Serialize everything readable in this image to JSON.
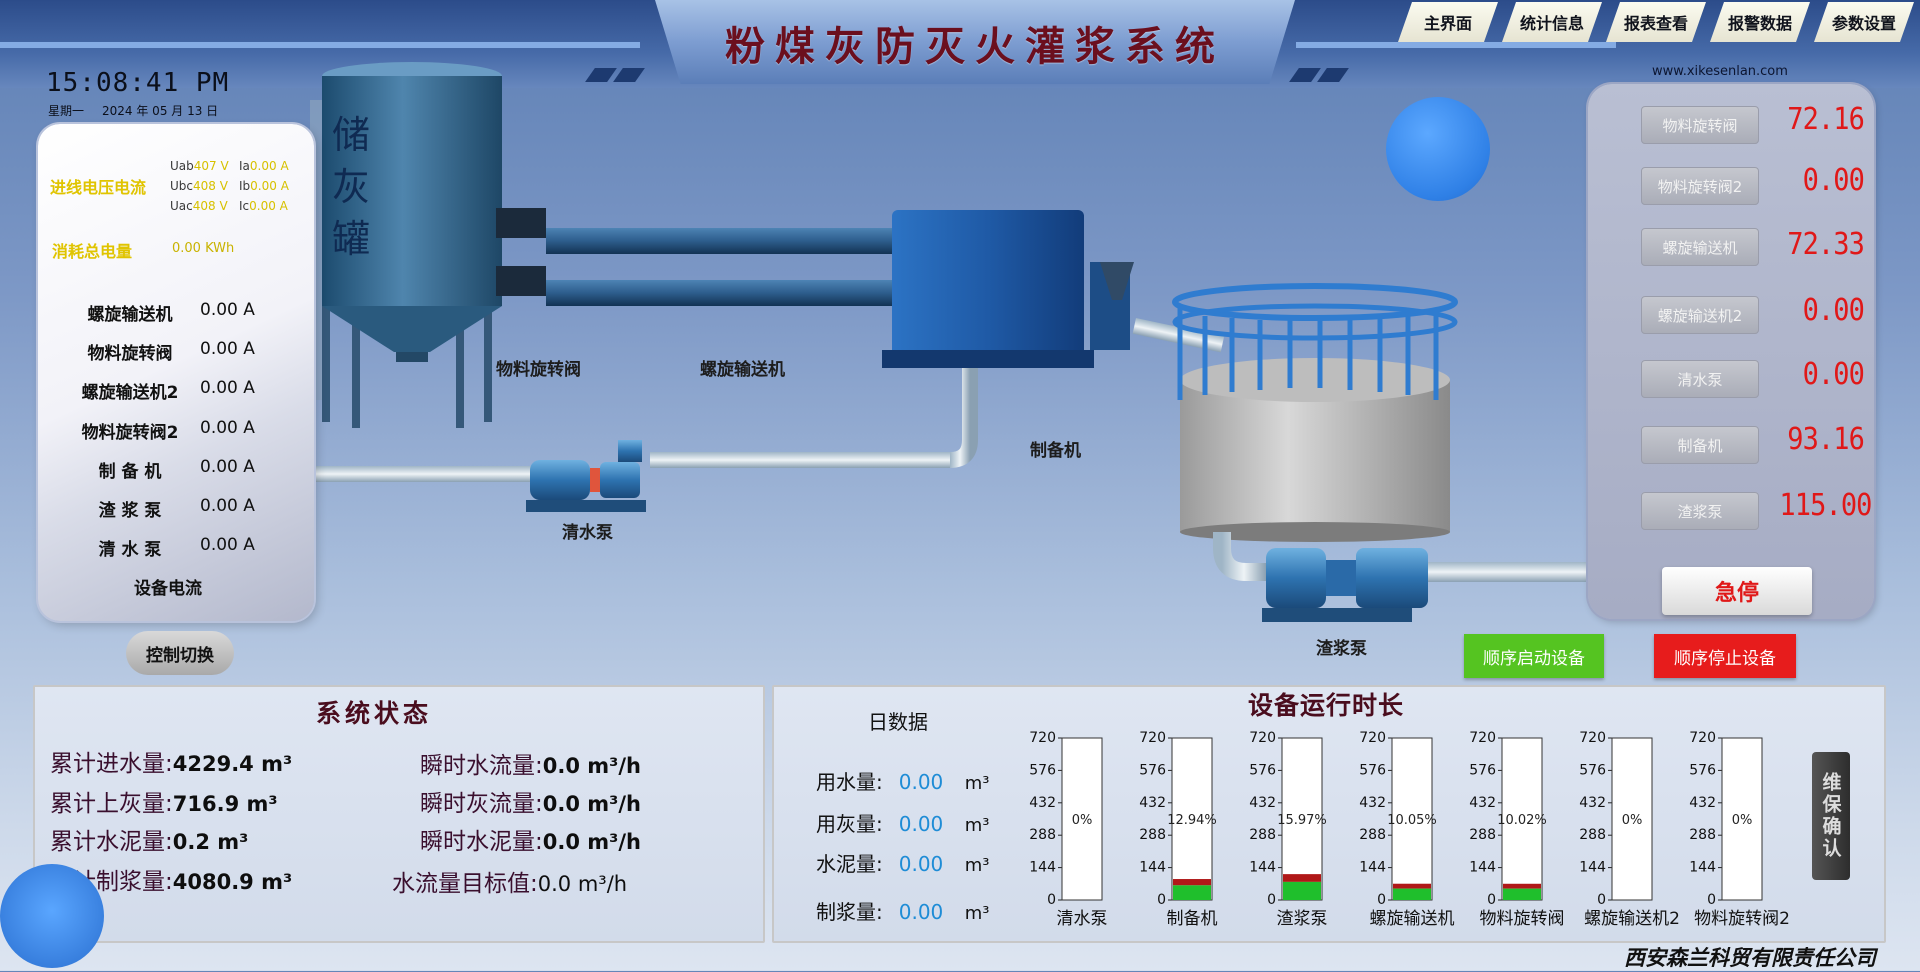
{
  "header": {
    "title": "粉煤灰防灭火灌浆系统",
    "nav": [
      "主界面",
      "统计信息",
      "报表查看",
      "报警数据",
      "参数设置"
    ]
  },
  "clock": {
    "time": "15:08:41 PM",
    "weekday": "星期一",
    "date": "2024 年 05 月 13 日"
  },
  "power": {
    "title": "进线电压电流",
    "uab_label": "Uab",
    "uab": "407 V",
    "ia_label": "Ia",
    "ia": "0.00 A",
    "ubc_label": "Ubc",
    "ubc": "408 V",
    "ib_label": "Ib",
    "ib": "0.00 A",
    "uac_label": "Uac",
    "uac": "408 V",
    "ic_label": "Ic",
    "ic": "0.00 A",
    "energy_label": "消耗总电量",
    "energy": "0.00 KWh",
    "currents": [
      {
        "name": "螺旋输送机",
        "value": "0.00 A"
      },
      {
        "name": "物料旋转阀",
        "value": "0.00 A"
      },
      {
        "name": "螺旋输送机2",
        "value": "0.00 A"
      },
      {
        "name": "物料旋转阀2",
        "value": "0.00 A"
      },
      {
        "name": "制 备 机",
        "value": "0.00 A"
      },
      {
        "name": "渣 浆 泵",
        "value": "0.00 A"
      },
      {
        "name": "清 水 泵",
        "value": "0.00 A"
      }
    ],
    "footer": "设备电流"
  },
  "control_switch": "控制切换",
  "website": "www.xikesenlan.com",
  "device_values": [
    {
      "name": "物料旋转阀",
      "value": "72.16"
    },
    {
      "name": "物料旋转阀2",
      "value": "0.00"
    },
    {
      "name": "螺旋输送机",
      "value": "72.33"
    },
    {
      "name": "螺旋输送机2",
      "value": "0.00"
    },
    {
      "name": "清水泵",
      "value": "0.00"
    },
    {
      "name": "制备机",
      "value": "93.16"
    },
    {
      "name": "渣浆泵",
      "value": "115.00"
    }
  ],
  "estop": "急停",
  "seq_start": "顺序启动设备",
  "seq_stop": "顺序停止设备",
  "plant": {
    "silo": "储灰罐",
    "valve": "物料旋转阀",
    "conveyor": "螺旋输送机",
    "maker": "制备机",
    "water_pump": "清水泵",
    "slurry_pump": "渣浆泵"
  },
  "system_status": {
    "title": "系统状态",
    "items": [
      {
        "label": "累计进水量:",
        "value": "4229.4 m³"
      },
      {
        "label": "瞬时水流量:",
        "value": "0.0 m³/h"
      },
      {
        "label": "累计上灰量:",
        "value": "716.9 m³"
      },
      {
        "label": "瞬时灰流量:",
        "value": "0.0 m³/h"
      },
      {
        "label": "累计水泥量:",
        "value": "0.2 m³"
      },
      {
        "label": "瞬时水泥量:",
        "value": "0.0 m³/h"
      },
      {
        "label": "累计制浆量:",
        "value": "4080.9 m³"
      },
      {
        "label": "水流量目标值:",
        "value": "0.0 m³/h"
      }
    ]
  },
  "runtime": {
    "title": "设备运行时长",
    "daily_title": "日数据",
    "daily": [
      {
        "label": "用水量:",
        "value": "0.00",
        "unit": "m³"
      },
      {
        "label": "用灰量:",
        "value": "0.00",
        "unit": "m³"
      },
      {
        "label": "水泥量:",
        "value": "0.00",
        "unit": "m³"
      },
      {
        "label": "制浆量:",
        "value": "0.00",
        "unit": "m³"
      }
    ],
    "ticks": [
      "720",
      "576",
      "432",
      "288",
      "144",
      "0"
    ],
    "bars": [
      {
        "name": "清水泵",
        "percent": 0,
        "label": "0%"
      },
      {
        "name": "制备机",
        "percent": 12.94,
        "label": "12.94%"
      },
      {
        "name": "渣浆泵",
        "percent": 15.97,
        "label": "15.97%"
      },
      {
        "name": "螺旋输送机",
        "percent": 10.05,
        "label": "10.05%"
      },
      {
        "name": "物料旋转阀",
        "percent": 10.02,
        "label": "10.02%"
      },
      {
        "name": "螺旋输送机2",
        "percent": 0,
        "label": "0%"
      },
      {
        "name": "物料旋转阀2",
        "percent": 0,
        "label": "0%"
      }
    ],
    "maintenance": "维保确认"
  },
  "company": "西安森兰科贸有限责任公司",
  "colors": {
    "accent_red": "#e01818",
    "accent_green": "#55c421",
    "value_blue": "#1e8cd6"
  }
}
